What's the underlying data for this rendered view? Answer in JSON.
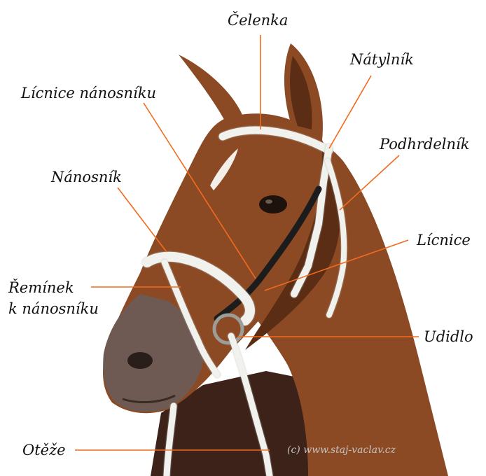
{
  "labels": {
    "celenka": "Čelenka",
    "natylnik": "Nátylník",
    "licnice_nanosniku": "Lícnice nánosníku",
    "podhrdelnik": "Podhrdelník",
    "nanosnik": "Nánosník",
    "licnice": "Lícnice",
    "reminek_line1": "Řemínek",
    "reminek_line2": "k nánosníku",
    "udidlo": "Udidlo",
    "oteze": "Otěže"
  },
  "watermark": "(c) www.staj-vaclav.cz",
  "colors": {
    "pointer": "#f26b1d",
    "coat": "#8b4a24",
    "coat_dark": "#5a2d14",
    "coat_light": "#a9673a",
    "muzzle": "#6e5a52",
    "blanket": "#3c2218",
    "strap": "#f1f1ee",
    "strap_edge": "#b9b9b2",
    "leather": "#1c1c1c"
  }
}
